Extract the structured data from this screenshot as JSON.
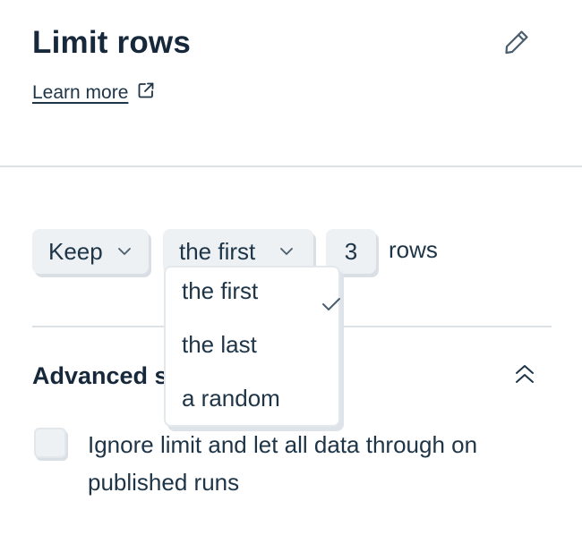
{
  "header": {
    "title": "Limit rows",
    "learn_more_label": "Learn more",
    "edit_icon": "pencil-icon",
    "external_icon": "external-link-icon"
  },
  "controls": {
    "keep_label": "Keep",
    "which_label": "the first",
    "count_value": "3",
    "rows_label": "rows"
  },
  "dropdown": {
    "options": [
      {
        "label": "the first",
        "selected": true
      },
      {
        "label": "the last",
        "selected": false
      },
      {
        "label": "a random",
        "selected": false
      }
    ]
  },
  "advanced": {
    "title_visible": "Advanced s",
    "collapse_icon": "chevron-double-up-icon",
    "checkbox_label": "Ignore limit and let all data through on published runs",
    "checkbox_checked": false
  },
  "colors": {
    "text": "#1e3447",
    "pill_bg": "#edf1f4",
    "divider": "#dde2e6"
  }
}
